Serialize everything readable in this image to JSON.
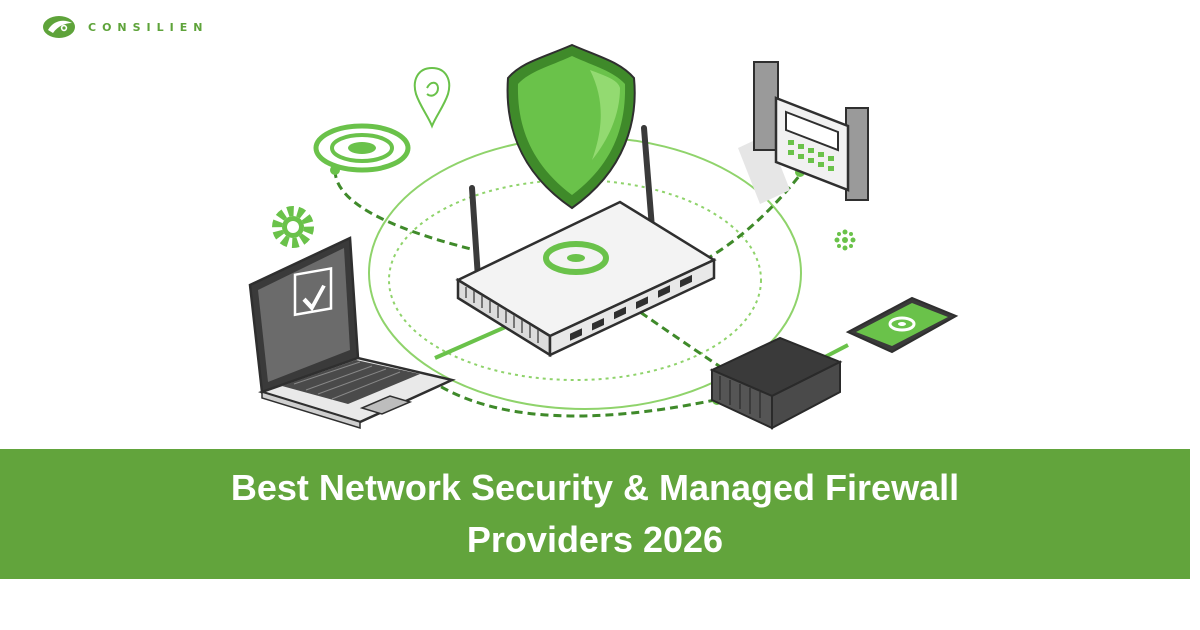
{
  "brand": {
    "name": "CONSILIEN",
    "logo_icon": "leaf-logo-icon",
    "color": "#5ea33a"
  },
  "illustration": {
    "icons": [
      "shield-icon",
      "router-icon",
      "laptop-icon",
      "server-icon",
      "smartphone-icon",
      "firewall-device-icon",
      "gear-icon",
      "wifi-signal-icon",
      "location-pin-icon",
      "sparkle-icon"
    ],
    "accent_color": "#6ac24a"
  },
  "banner": {
    "line1": "Best Network Security & Managed Firewall",
    "line2": "Providers 2026",
    "background": "#62a43c",
    "text_color": "#ffffff"
  }
}
